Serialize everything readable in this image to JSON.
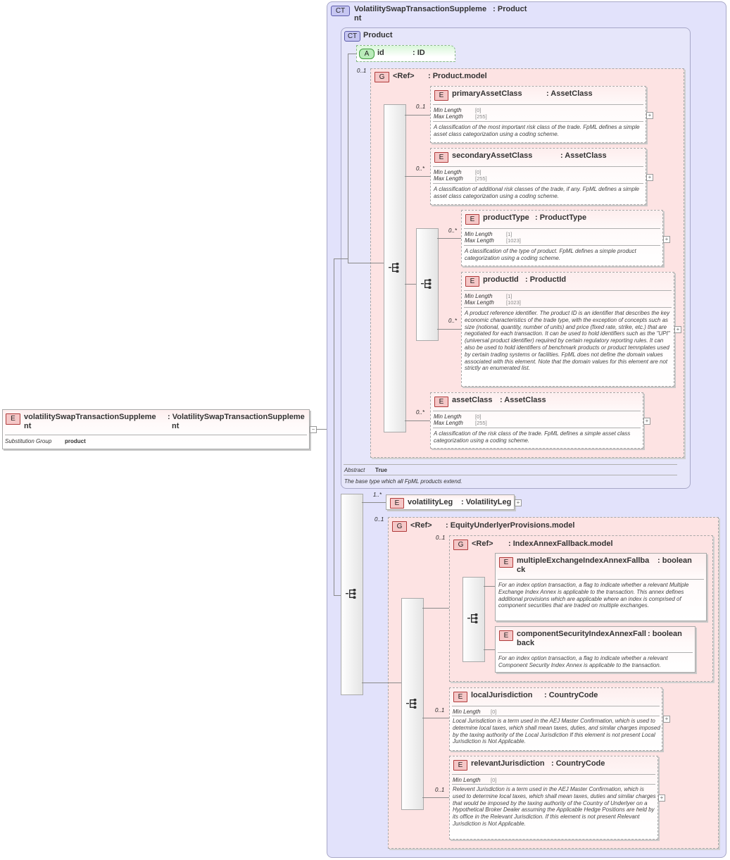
{
  "root": {
    "badge": "E",
    "name_line1": "volatilitySwapTransactionSuppleme",
    "name_line2": "nt",
    "type_line1": ": VolatilitySwapTransactionSuppleme",
    "type_line2": "nt",
    "subst_label": "Substitution Group",
    "subst_value": "product",
    "collapse": "−"
  },
  "ct_outer": {
    "badge": "CT",
    "name_line1": "VolatilitySwapTransactionSuppleme",
    "type_line1": ": Product",
    "name_line2": "nt"
  },
  "ct_product": {
    "badge": "CT",
    "name": "Product",
    "abstract_label": "Abstract",
    "abstract_value": "True",
    "doc": "The base type which all FpML products extend."
  },
  "attr_id": {
    "badge": "A",
    "name": "id",
    "type": ": ID"
  },
  "product_model": {
    "badge": "G",
    "ref": "<Ref>",
    "name": ": Product.model",
    "card": "0..1"
  },
  "labels": {
    "min_length": "Min Length",
    "max_length": "Max Length"
  },
  "elements": {
    "primaryAssetClass": {
      "badge": "E",
      "name": "primaryAssetClass",
      "type": ": AssetClass",
      "card": "0..1",
      "min": "[0]",
      "max": "[255]",
      "doc": "A classification of the most important risk class of the trade. FpML defines a simple asset class categorization using a coding scheme.",
      "plus": "+"
    },
    "secondaryAssetClass": {
      "badge": "E",
      "name": "secondaryAssetClass",
      "type": ": AssetClass",
      "card": "0..*",
      "min": "[0]",
      "max": "[255]",
      "doc": "A classification of additional risk classes of the trade, if any. FpML defines a simple asset class categorization using a coding scheme.",
      "plus": "+"
    },
    "productType": {
      "badge": "E",
      "name": "productType",
      "type": ": ProductType",
      "card": "0..*",
      "min": "[1]",
      "max": "[1023]",
      "doc": "A classification of the type of product. FpML defines a simple product categorization using a coding scheme.",
      "plus": "+"
    },
    "productId": {
      "badge": "E",
      "name": "productId",
      "type": ": ProductId",
      "card": "0..*",
      "min": "[1]",
      "max": "[1023]",
      "doc": "A product reference identifier. The product ID is an identifier that describes the key economic characteristics of the trade type, with the exception of concepts such as size (notional, quantity, number of units) and price (fixed rate, strike, etc.) that are negotiated for each transaction. It can be used to hold identifiers such as the \"UPI\" (universal product identifier) required by certain regulatory reporting rules. It can also be used to hold identifiers of benchmark products or product temnplates used by certain trading systems or facilities. FpML does not define the domain values associated with this element. Note that the domain values for this element are not strictly an enumerated list.",
      "plus": "+"
    },
    "assetClass": {
      "badge": "E",
      "name": "assetClass",
      "type": ": AssetClass",
      "card": "0..*",
      "min": "[0]",
      "max": "[255]",
      "doc": "A classification of the risk class of the trade. FpML defines a simple asset class categorization using a coding scheme.",
      "plus": "+"
    },
    "volatilityLeg": {
      "badge": "E",
      "name": "volatilityLeg",
      "type": ": VolatilityLeg",
      "card": "1..*",
      "plus": "+"
    },
    "multipleExchange": {
      "badge": "E",
      "name_line1": "multipleExchangeIndexAnnexFallba",
      "name_line2": "ck",
      "type": ": boolean",
      "doc": "For an index option transaction, a flag to indicate whether a relevant Multiple Exchange Index Annex is applicable to the transaction. This annex defines additional provisions which are applicable where an index is comprised of component securities that are traded on multiple exchanges."
    },
    "componentSecurity": {
      "badge": "E",
      "name_line1": "componentSecurityIndexAnnexFall",
      "name_line2": "back",
      "type": ": boolean",
      "doc": "For an index option transaction, a flag to indicate whether a relevant Component Security Index Annex is applicable to the transaction."
    },
    "localJurisdiction": {
      "badge": "E",
      "name": "localJurisdiction",
      "type": ": CountryCode",
      "card": "0..1",
      "min": "[0]",
      "doc": "Local Jurisdiction is a term used in the AEJ Master Confirmation, which is used to determine local taxes, which shall mean taxes, duties, and similar charges imposed by the taxing authority of the Local Jurisdiction If this element is not present Local Jurisdiction is Not Applicable.",
      "plus": "+"
    },
    "relevantJurisdiction": {
      "badge": "E",
      "name": "relevantJurisdiction",
      "type": ": CountryCode",
      "card": "0..1",
      "min": "[0]",
      "doc": "Relevent Jurisdiction is a term used in the AEJ Master Confirmation, which is used to determine local taxes, which shall mean taxes, duties and similar charges that would be imposed by the taxing authority of the Country of Underlyer on a Hypothetical Broker Dealer assuming the Applicable Hedge Positions are held by its office in the Relevant Jurisdiction. If this element is not present Relevant Jurisdiction is Not Applicable.",
      "plus": "+"
    }
  },
  "equity_model": {
    "badge": "G",
    "ref": "<Ref>",
    "name": ": EquityUnderlyerProvisions.model",
    "card": "0..1"
  },
  "index_model": {
    "badge": "G",
    "ref": "<Ref>",
    "name": ": IndexAnnexFallback.model",
    "card": "0..1"
  },
  "colors": {
    "ct_bg": "#e2e2fb",
    "group_bg": "#fde3e3",
    "element_badge": "#f5c7c7",
    "attr_bg": "#d9f7d9"
  },
  "icons": {
    "sequence": "sequence-icon",
    "collapse": "minus-icon",
    "expand": "plus-icon"
  }
}
